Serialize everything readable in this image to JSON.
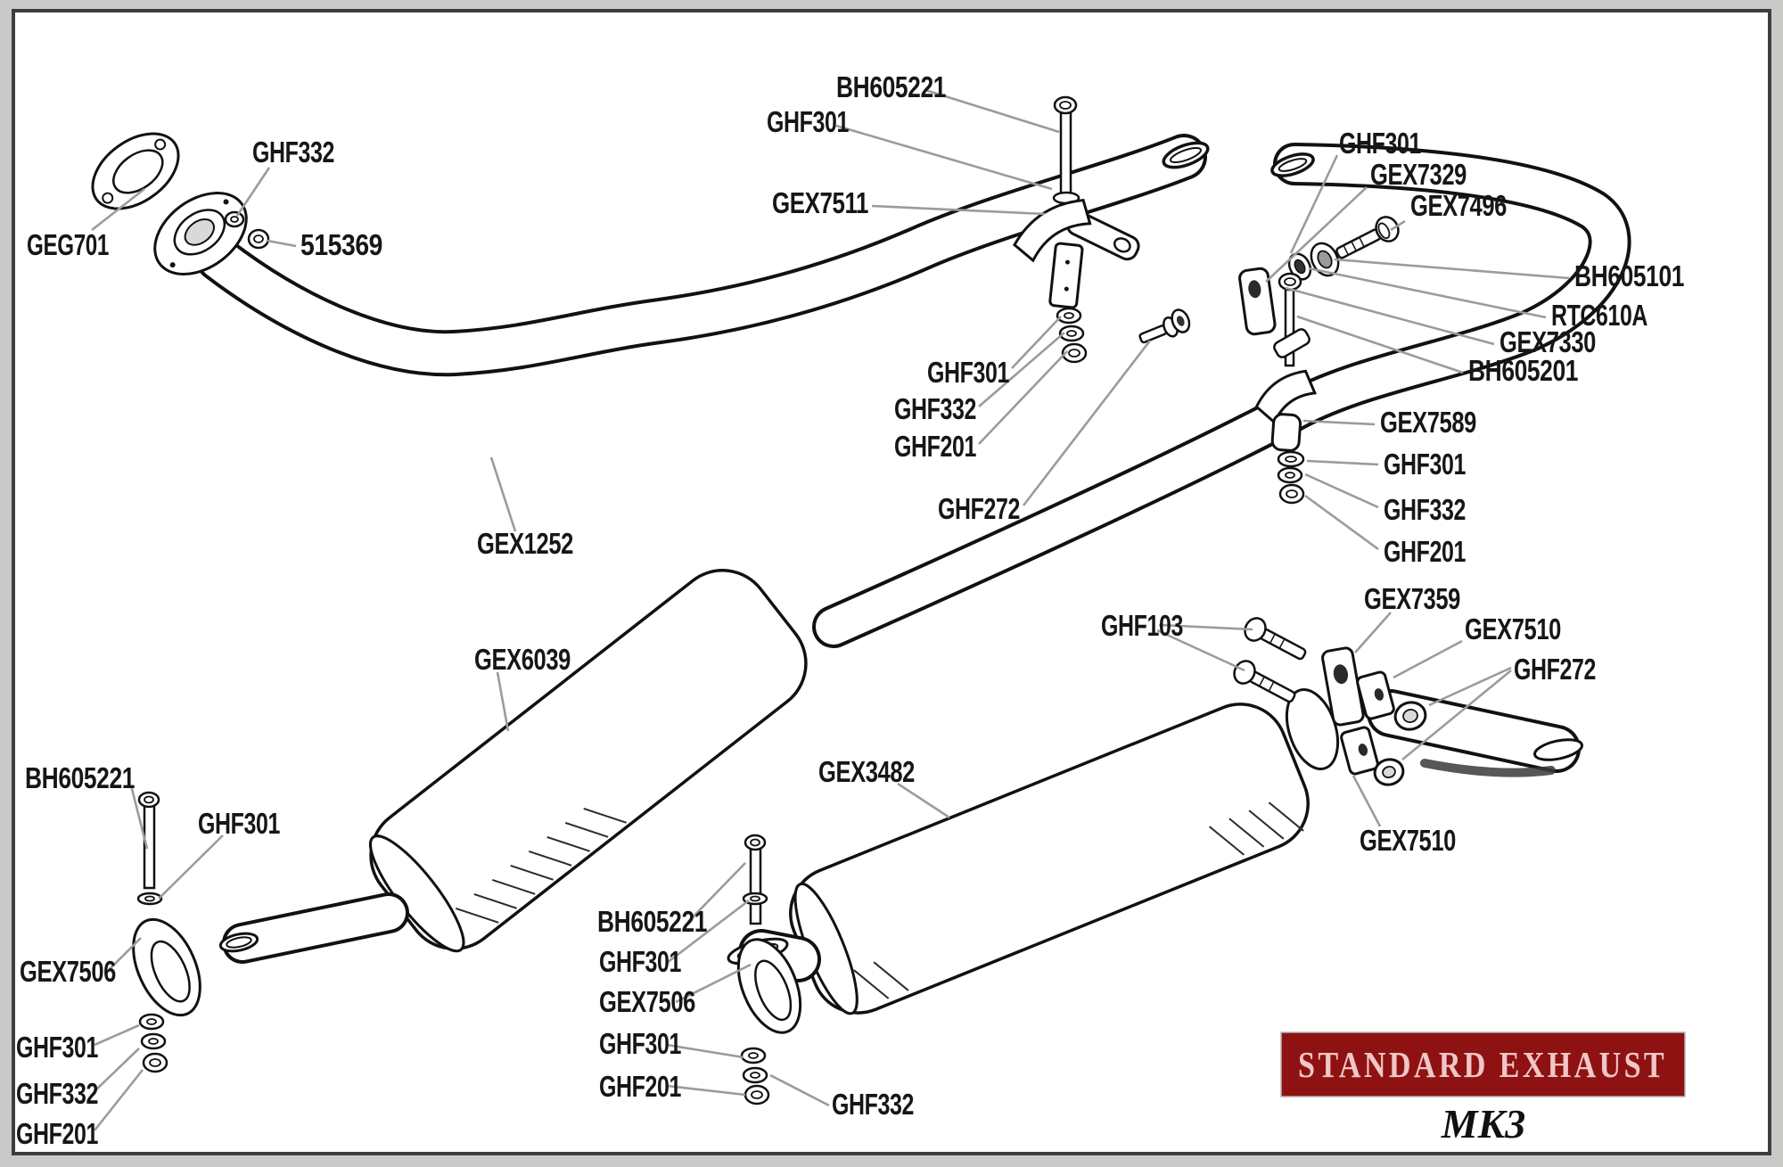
{
  "diagram": {
    "title_banner": {
      "title": "STANDARD EXHAUST",
      "model": "MK3",
      "banner_bg": "#8e1212",
      "banner_fg": "#f0c6c6",
      "model_fg": "#111111"
    },
    "labels": [
      {
        "text": "GEG701"
      },
      {
        "text": "GHF332"
      },
      {
        "text": "515369"
      },
      {
        "text": "BH605221"
      },
      {
        "text": "GHF301"
      },
      {
        "text": "GEX7511"
      },
      {
        "text": "GHF301"
      },
      {
        "text": "GHF332"
      },
      {
        "text": "GHF201"
      },
      {
        "text": "GHF272"
      },
      {
        "text": "GHF301"
      },
      {
        "text": "GEX7329"
      },
      {
        "text": "GEX7496"
      },
      {
        "text": "BH605101"
      },
      {
        "text": "RTC610A"
      },
      {
        "text": "GEX7330"
      },
      {
        "text": "BH605201"
      },
      {
        "text": "GEX7589"
      },
      {
        "text": "GHF301"
      },
      {
        "text": "GHF332"
      },
      {
        "text": "GHF201"
      },
      {
        "text": "GEX7359"
      },
      {
        "text": "GEX7510"
      },
      {
        "text": "GHF272"
      },
      {
        "text": "GEX7510"
      },
      {
        "text": "GHF103"
      },
      {
        "text": "GEX3482"
      },
      {
        "text": "GEX1252"
      },
      {
        "text": "GEX6039"
      },
      {
        "text": "BH605221"
      },
      {
        "text": "GHF301"
      },
      {
        "text": "GEX7506"
      },
      {
        "text": "GHF301"
      },
      {
        "text": "GHF332"
      },
      {
        "text": "GHF201"
      },
      {
        "text": "BH605221"
      },
      {
        "text": "GHF301"
      },
      {
        "text": "GEX7506"
      },
      {
        "text": "GHF301"
      },
      {
        "text": "GHF201"
      },
      {
        "text": "GHF332"
      }
    ]
  }
}
